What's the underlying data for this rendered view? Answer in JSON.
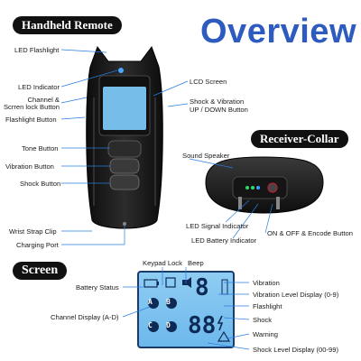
{
  "header": {
    "remote_title": "Handheld Remote",
    "overview_title": "Overview",
    "collar_title": "Receiver-Collar",
    "screen_title": "Screen"
  },
  "remote_labels": {
    "led_flashlight": "LED Flashlight",
    "led_indicator": "LED Indicator",
    "channel_lock_line1": "Channel &",
    "channel_lock_line2": "Scrren lock Button",
    "flashlight_button": "Flashlight Button",
    "tone_button": "Tone Button",
    "vibration_button": "Vibration Button",
    "shock_button": "Shock Button",
    "wrist_strap": "Wrist Strap Clip",
    "charging_port": "Charging Port",
    "lcd_screen": "LCD Screen",
    "shock_vibration_line1": "Shock & Vibration",
    "shock_vibration_line2": "UP / DOWN Button"
  },
  "collar_labels": {
    "sound_speaker": "Sound Speaker",
    "led_signal": "LED Signal Indicator",
    "led_battery": "LED Battery Indicator",
    "on_off_encode": "ON & OFF & Encode Button"
  },
  "screen_labels": {
    "keypad_lock": "Keypad Lock",
    "beep": "Beep",
    "battery_status": "Battery Status",
    "vibration": "Vibration",
    "vibration_level": "Vibration Level Display (0-9)",
    "flashlight": "Flashlight",
    "channel_display": "Channel Display (A-D)",
    "shock": "Shock",
    "warning": "Warning",
    "shock_level": "Shock Level Display (00-99)"
  },
  "screen_readout": {
    "vibration_digit": "8",
    "shock_digits": "88",
    "channels": [
      "A",
      "B",
      "C",
      "D"
    ]
  },
  "colors": {
    "accent_blue": "#2e5bbf",
    "pointer_blue": "#2a7de1",
    "lcd_blue": "#7cc3ef",
    "device_black": "#1b1b1b"
  }
}
